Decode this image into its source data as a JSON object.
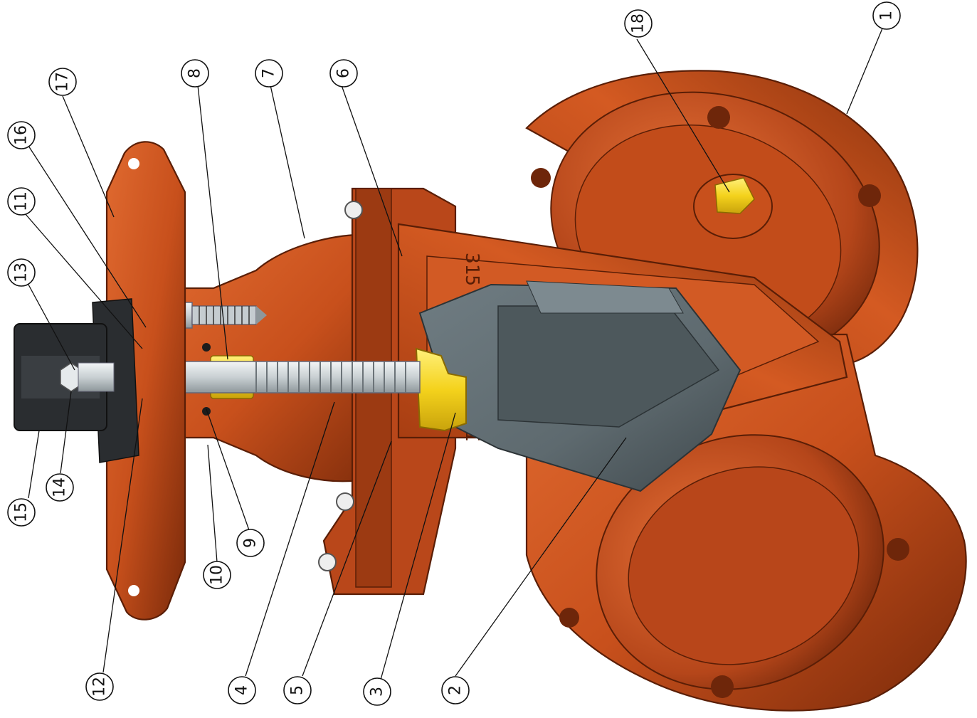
{
  "colors": {
    "body": "#c8501c",
    "body_dark": "#7a2a0a",
    "body_light": "#e06a30",
    "gate": "#5e6a6f",
    "gate_dark": "#3f484c",
    "nut_yellow": "#f4d21c",
    "stem": "#d4dadd",
    "nut_black": "#2a2d30"
  },
  "body_marking": {
    "text": "315 VIV EED • PSI"
  },
  "callouts": [
    {
      "id": "1",
      "label": "1"
    },
    {
      "id": "2",
      "label": "2"
    },
    {
      "id": "3",
      "label": "3"
    },
    {
      "id": "4",
      "label": "4"
    },
    {
      "id": "5",
      "label": "5"
    },
    {
      "id": "6",
      "label": "6"
    },
    {
      "id": "7",
      "label": "7"
    },
    {
      "id": "8",
      "label": "8"
    },
    {
      "id": "9",
      "label": "9"
    },
    {
      "id": "10",
      "label": "10"
    },
    {
      "id": "11",
      "label": "11"
    },
    {
      "id": "12",
      "label": "12"
    },
    {
      "id": "13",
      "label": "13"
    },
    {
      "id": "14",
      "label": "14"
    },
    {
      "id": "15",
      "label": "15"
    },
    {
      "id": "16",
      "label": "16"
    },
    {
      "id": "17",
      "label": "17"
    },
    {
      "id": "18",
      "label": "18"
    }
  ]
}
